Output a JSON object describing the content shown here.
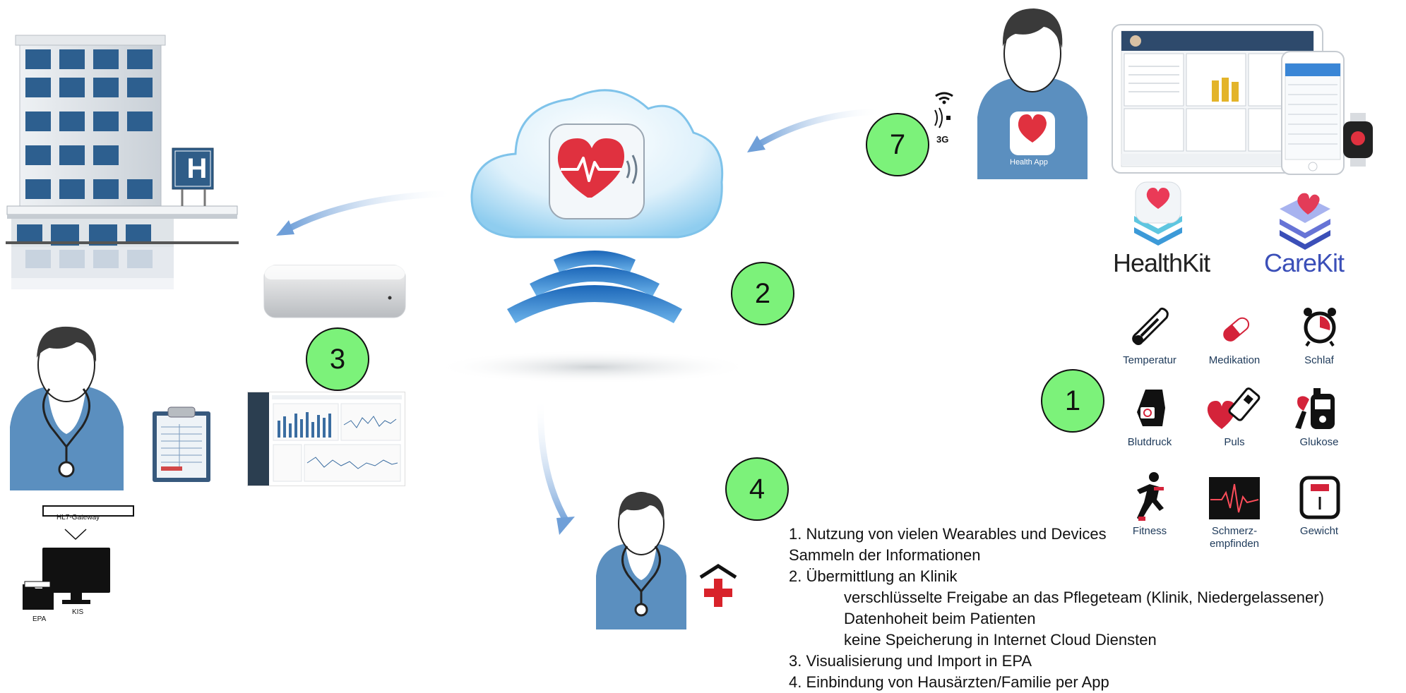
{
  "badges": {
    "b1": "1",
    "b2": "2",
    "b3": "3",
    "b4": "4",
    "b7": "7"
  },
  "hospital": {
    "sign_letter": "H",
    "gateway_label": "HL7-Gateway",
    "epa_label": "EPA",
    "kis_label": "KIS"
  },
  "patient": {
    "app_label": "Health App",
    "network_label": "3G"
  },
  "brands": {
    "healthkit": "HealthKit",
    "carekit": "CareKit"
  },
  "sensors": [
    {
      "label": "Temperatur",
      "icon": "thermometer-icon"
    },
    {
      "label": "Medikation",
      "icon": "pill-icon"
    },
    {
      "label": "Schlaf",
      "icon": "alarm-clock-icon"
    },
    {
      "label": "Blutdruck",
      "icon": "blood-pressure-cuff-icon"
    },
    {
      "label": "Puls",
      "icon": "pulse-sensor-icon"
    },
    {
      "label": "Glukose",
      "icon": "glucose-meter-icon"
    },
    {
      "label": "Fitness",
      "icon": "runner-icon"
    },
    {
      "label": "Schmerz-",
      "label2": "empfinden",
      "icon": "ecg-pain-icon"
    },
    {
      "label": "Gewicht",
      "icon": "scale-icon"
    }
  ],
  "description": [
    {
      "text": "1. Nutzung von vielen Wearables und Devices",
      "indent": false
    },
    {
      "text": "Sammeln der Informationen",
      "indent": false
    },
    {
      "text": "2. Übermittlung an Klinik",
      "indent": false
    },
    {
      "text": "verschlüsselte Freigabe an das Pflegeteam (Klinik, Niedergelassener)",
      "indent": true
    },
    {
      "text": "Datenhoheit beim Patienten",
      "indent": true
    },
    {
      "text": "keine Speicherung in Internet Cloud Diensten",
      "indent": true
    },
    {
      "text": "3. Visualisierung und Import in EPA",
      "indent": false
    },
    {
      "text": "4. Einbindung von Hausärzten/Familie per App",
      "indent": false
    }
  ],
  "colors": {
    "badge_green": "#7cf27a",
    "person_blue": "#5b8fbf",
    "hair": "#3a3a3a",
    "heart_red": "#e0313f",
    "arrow_blue": "#6f9fd8",
    "cross_red": "#d8222a"
  }
}
